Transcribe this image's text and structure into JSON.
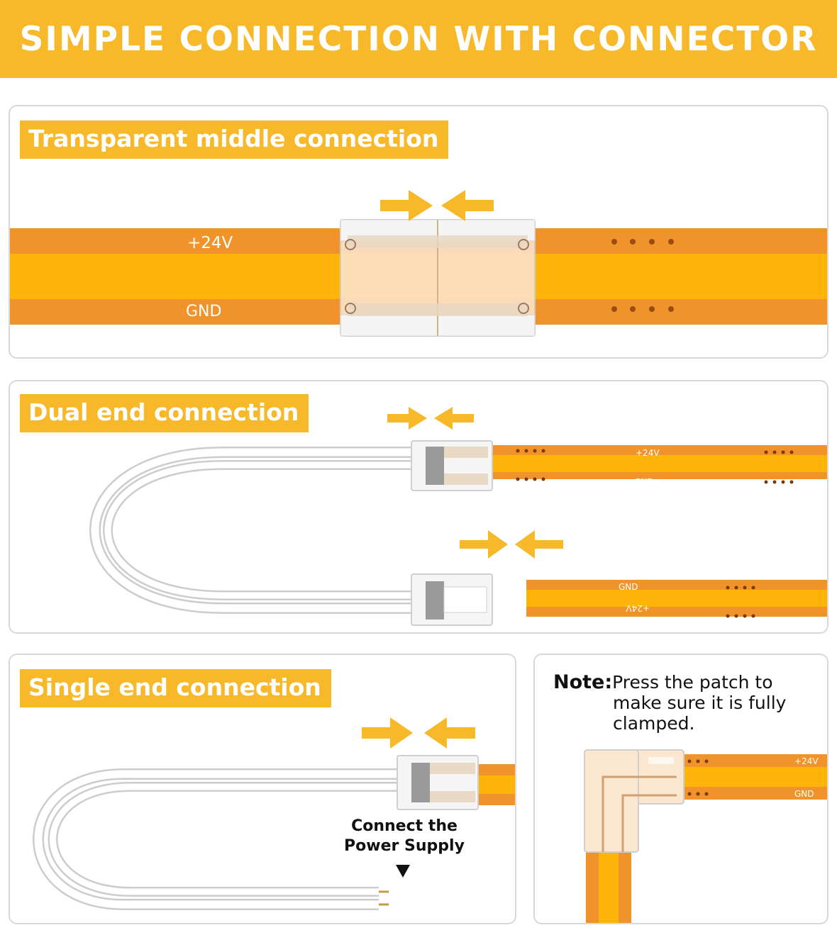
{
  "banner": {
    "title": "SIMPLE CONNECTION WITH CONNECTOR"
  },
  "panels": {
    "middle": {
      "label": "Transparent middle connection",
      "pos_label": "+24V",
      "neg_label": "GND"
    },
    "dual": {
      "label": "Dual end connection",
      "pos_label": "+24V",
      "neg_label": "GND"
    },
    "single": {
      "label": "Single end connection",
      "caption_line1": "Connect the",
      "caption_line2": "Power Supply"
    },
    "note": {
      "key": "Note:",
      "line1": "Press the patch to",
      "line2": "make sure it is fully",
      "line3": "clamped.",
      "pos_label": "+24V",
      "neg_label": "GND"
    }
  },
  "colors": {
    "accent": "#f7b82a",
    "strip_edge": "#f0932a",
    "strip_core": "#ffb40a",
    "wire": "#ffffff"
  }
}
